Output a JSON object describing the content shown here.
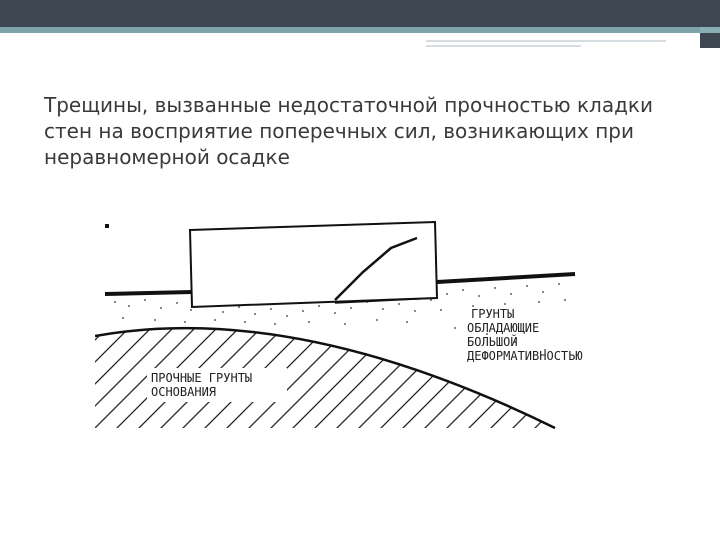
{
  "slide": {
    "title": "Трещины, вызванные недостаточной прочностью кладки стен на восприятие поперечных сил, возникающих при неравномерной осадке"
  },
  "diagram": {
    "soft_soil_label": [
      "ГРУНТЫ",
      "ОБЛАДАЮЩИЕ",
      "БОЛЬШОЙ",
      "ДЕФОРМАТИВНОСТЬЮ"
    ],
    "firm_soil_label": [
      "ПРОЧНЫЕ ГРУНТЫ",
      "ОСНОВАНИЯ"
    ]
  },
  "colors": {
    "header": "#3e4651",
    "header_accent": "#7fa3a9",
    "text": "#3a3a3a"
  }
}
